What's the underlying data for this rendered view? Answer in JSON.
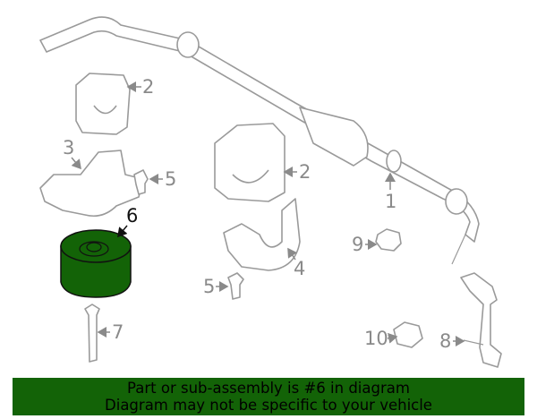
{
  "diagram": {
    "callouts": [
      "1",
      "2",
      "2",
      "3",
      "4",
      "5",
      "5",
      "6",
      "7",
      "8",
      "9",
      "10"
    ],
    "highlight_color": "#136307",
    "highlighted_part": "6"
  },
  "banner": {
    "line1": "Part or sub-assembly is #6 in diagram",
    "line2": "Diagram may not be specific to your vehicle"
  }
}
